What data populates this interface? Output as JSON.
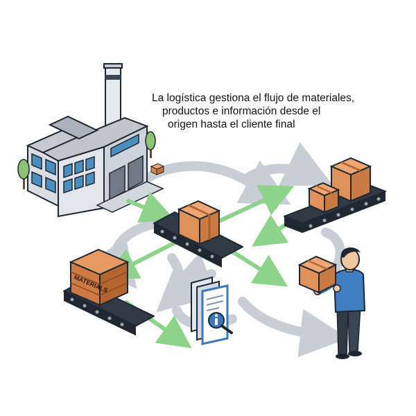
{
  "caption": {
    "line1": "La logística gestiona el flujo de materiales,",
    "line2": "productos e información desde el",
    "line3": "origen hasta el cliente final"
  },
  "crate": {
    "label": "MATERIALS"
  },
  "colors": {
    "flow_arrow": "#8ed38a",
    "loop_arrow": "#c7ced6",
    "conveyor": "#2f3a45",
    "box": "#e0915a",
    "crate": "#cf7a45",
    "factory_wall": "#d9dee4",
    "factory_window": "#4a8fc0",
    "person_shirt": "#3d7fc0",
    "document": "#3a78b8"
  },
  "icons": [
    "factory-icon",
    "tree-icon",
    "document-info-icon",
    "magnifier-icon",
    "person-icon",
    "box-icon",
    "crate-icon",
    "conveyor-icon"
  ]
}
